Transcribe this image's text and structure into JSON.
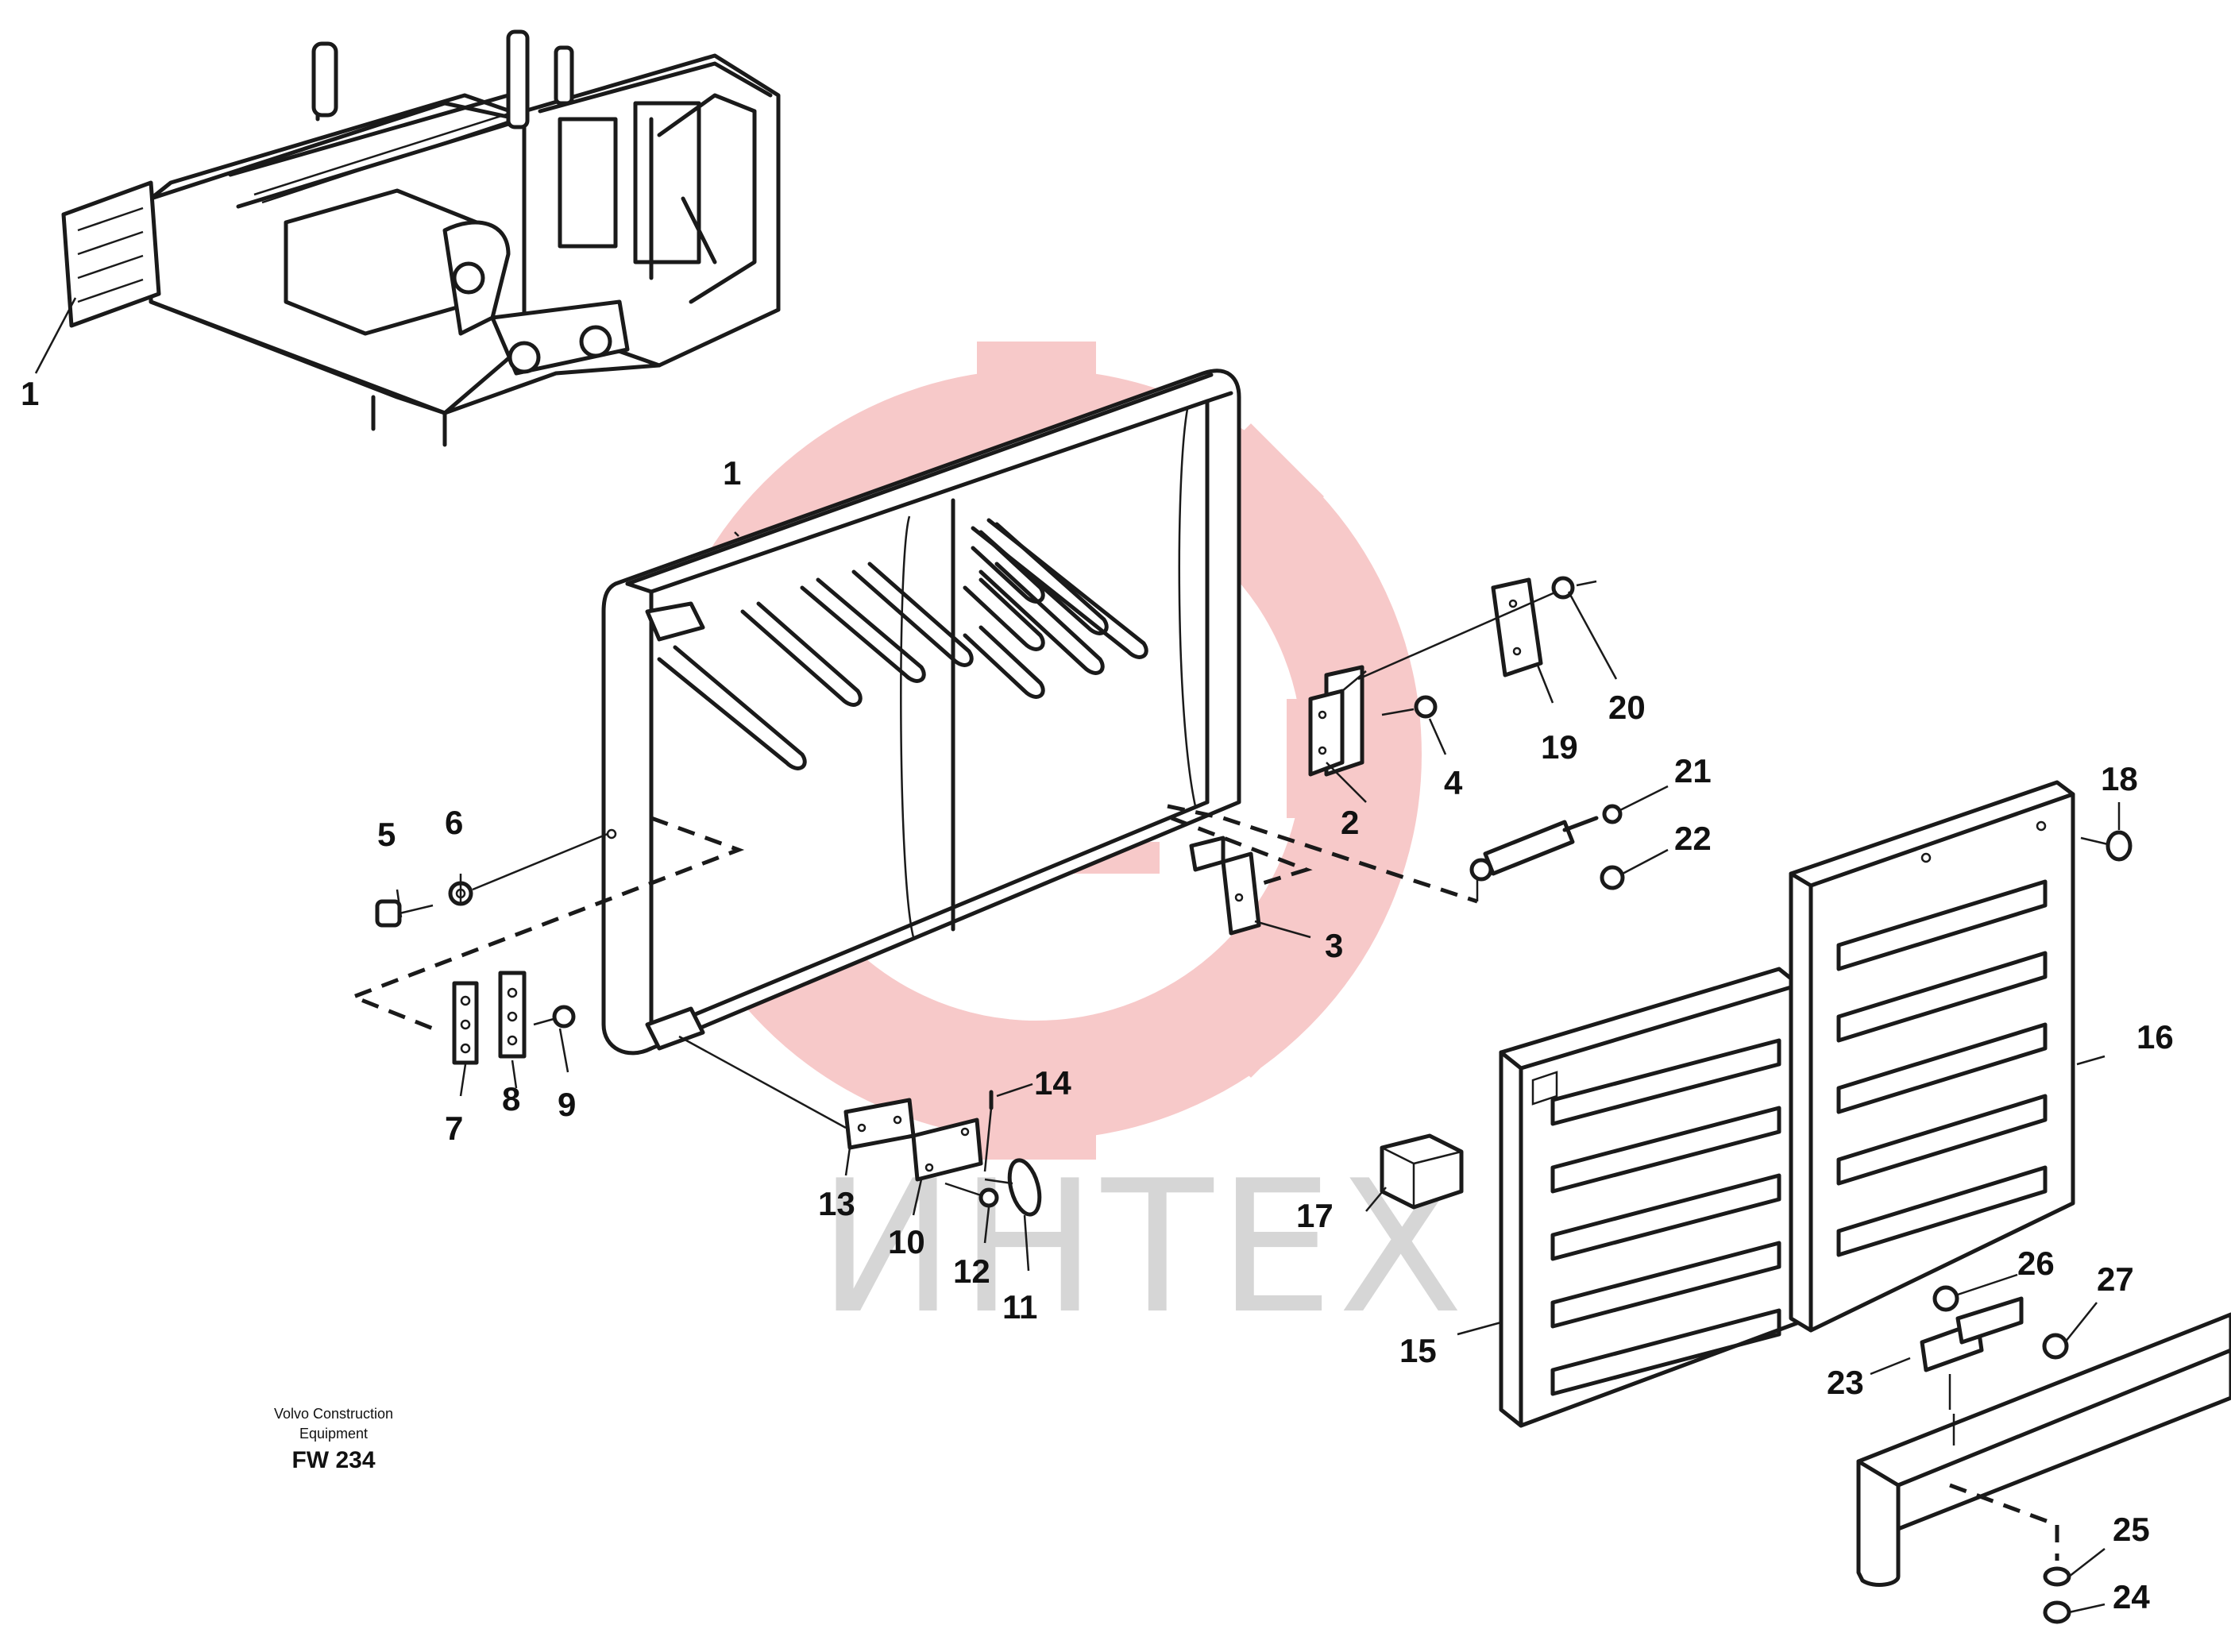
{
  "watermark": {
    "text": "ИНТЕХ",
    "gear_color": "#f7c9c9",
    "text_color": "#d6d6d6"
  },
  "footer": {
    "maker_line1": "Volvo Construction",
    "maker_line2": "Equipment",
    "code": "FW 234"
  },
  "callouts": [
    {
      "id": "c1a",
      "label": "1"
    },
    {
      "id": "c1b",
      "label": "1"
    },
    {
      "id": "c2",
      "label": "2"
    },
    {
      "id": "c3",
      "label": "3"
    },
    {
      "id": "c4",
      "label": "4"
    },
    {
      "id": "c5",
      "label": "5"
    },
    {
      "id": "c6",
      "label": "6"
    },
    {
      "id": "c7",
      "label": "7"
    },
    {
      "id": "c8",
      "label": "8"
    },
    {
      "id": "c9",
      "label": "9"
    },
    {
      "id": "c10",
      "label": "10"
    },
    {
      "id": "c11",
      "label": "11"
    },
    {
      "id": "c12",
      "label": "12"
    },
    {
      "id": "c13",
      "label": "13"
    },
    {
      "id": "c14",
      "label": "14"
    },
    {
      "id": "c15",
      "label": "15"
    },
    {
      "id": "c16",
      "label": "16"
    },
    {
      "id": "c17",
      "label": "17"
    },
    {
      "id": "c18",
      "label": "18"
    },
    {
      "id": "c19",
      "label": "19"
    },
    {
      "id": "c20",
      "label": "20"
    },
    {
      "id": "c21",
      "label": "21"
    },
    {
      "id": "c22",
      "label": "22"
    },
    {
      "id": "c23",
      "label": "23"
    },
    {
      "id": "c24",
      "label": "24"
    },
    {
      "id": "c25",
      "label": "25"
    },
    {
      "id": "c26",
      "label": "26"
    },
    {
      "id": "c27",
      "label": "27"
    }
  ]
}
